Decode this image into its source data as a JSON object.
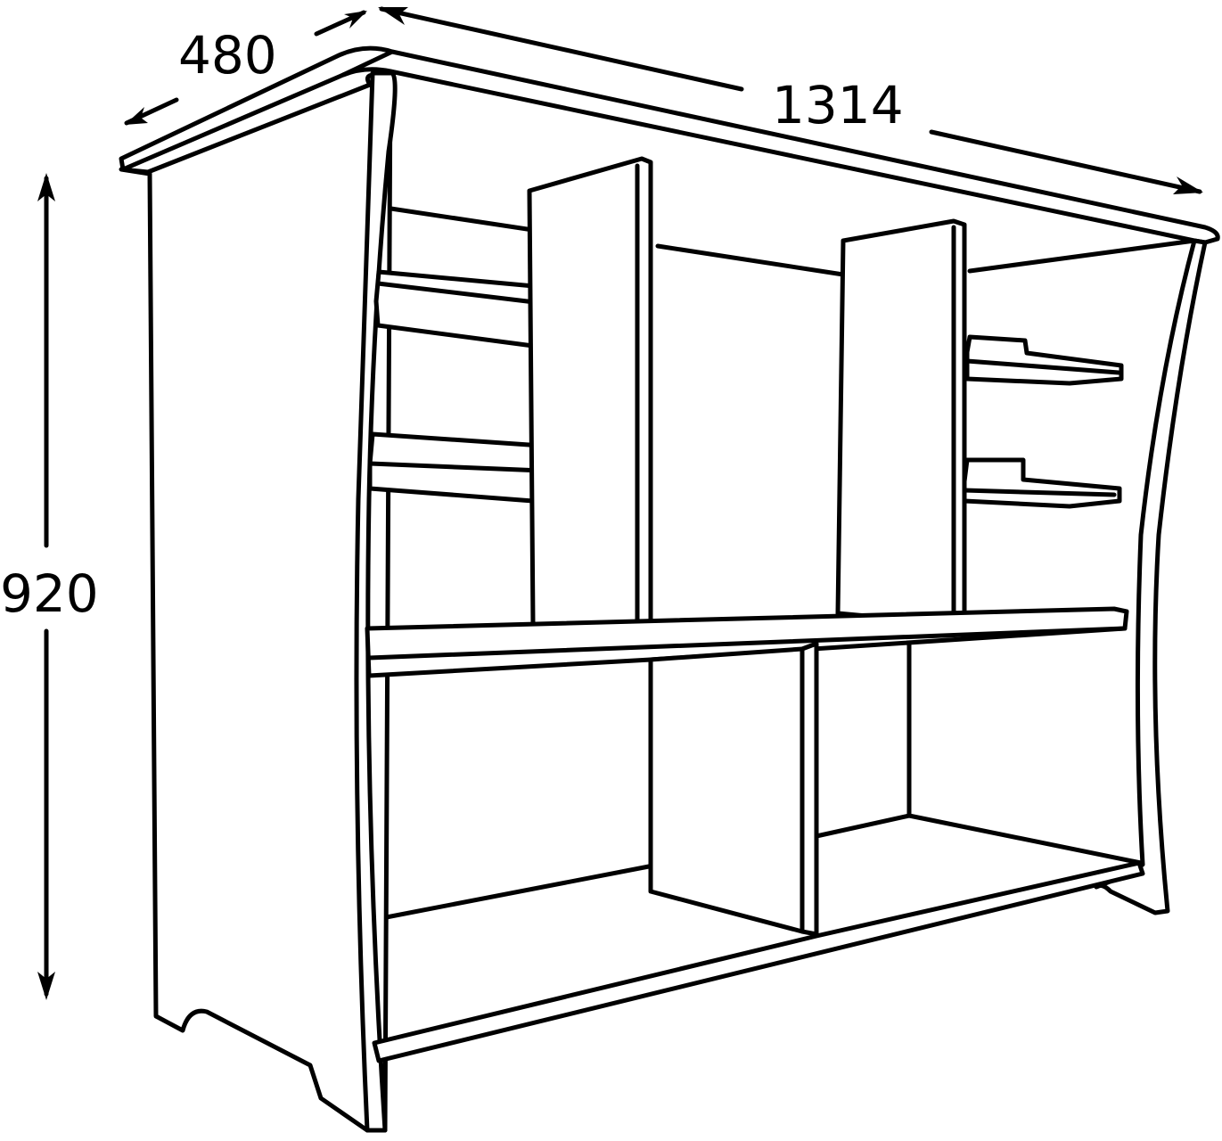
{
  "dimensions": {
    "depth": "480",
    "width": "1314",
    "height": "920"
  },
  "colors": {
    "line": "#000000",
    "background": "#ffffff"
  }
}
